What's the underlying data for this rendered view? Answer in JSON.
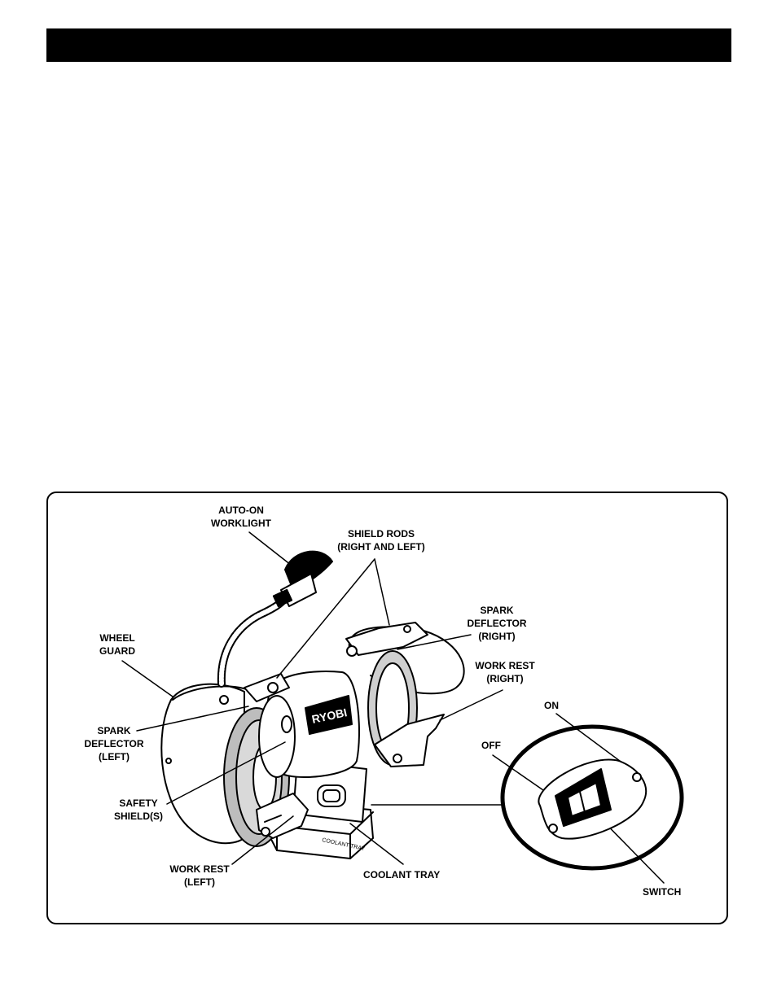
{
  "labels": {
    "auto_on_worklight": "AUTO-ON\nWORKLIGHT",
    "shield_rods": "SHIELD RODS\n(RIGHT AND LEFT)",
    "spark_deflector_right": "SPARK\nDEFLECTOR\n(RIGHT)",
    "wheel_guard": "WHEEL\nGUARD",
    "work_rest_right": "WORK REST\n(RIGHT)",
    "on": "ON",
    "off": "OFF",
    "spark_deflector_left": "SPARK\nDEFLECTOR\n(LEFT)",
    "safety_shields": "SAFETY\nSHIELD(S)",
    "work_rest_left": "WORK REST\n(LEFT)",
    "coolant_tray": "COOLANT TRAY",
    "switch": "SWITCH"
  },
  "brand_logo": "RYOBI",
  "tray_marking": "COOLANT TRAY"
}
